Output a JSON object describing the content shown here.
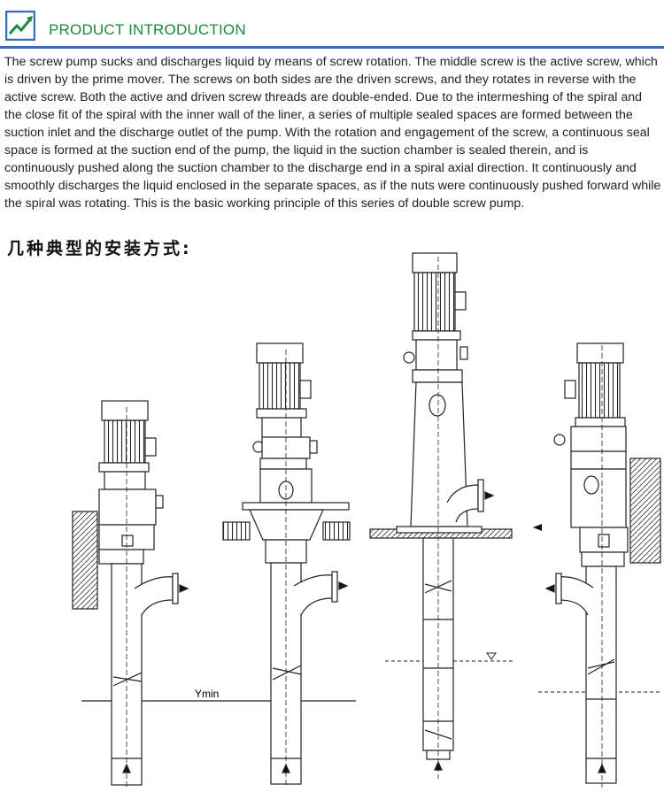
{
  "header": {
    "title": "PRODUCT INTRODUCTION",
    "accent_color": "#1b8a3b",
    "rule_color": "#3a6fb4",
    "logo_icon": "brand-logo-icon"
  },
  "intro": {
    "text": "The screw pump sucks and discharges liquid by means of screw rotation. The middle screw is the active screw, which is driven by the prime mover. The screws on both sides are the driven screws, and they rotates in reverse with the active screw. Both the active and driven screw threads are double-ended. Due to the intermeshing of the spiral and the close fit of the spiral with the inner wall of the liner, a series of multiple sealed spaces are formed between the suction inlet and the discharge outlet of the pump. With the rotation and engagement of the screw, a continuous seal space is formed at the suction end of the pump, the liquid in the suction chamber is sealed therein, and is continuously pushed along the suction chamber to the discharge end in a spiral axial direction. It continuously and smoothly discharges the liquid enclosed in the separate spaces, as if the nuts were continuously pushed forward while the spiral was rotating. This is the basic working principle of this series of double screw pump."
  },
  "subheading": "几种典型的安装方式:",
  "diagram": {
    "level_label": "Ymin"
  }
}
